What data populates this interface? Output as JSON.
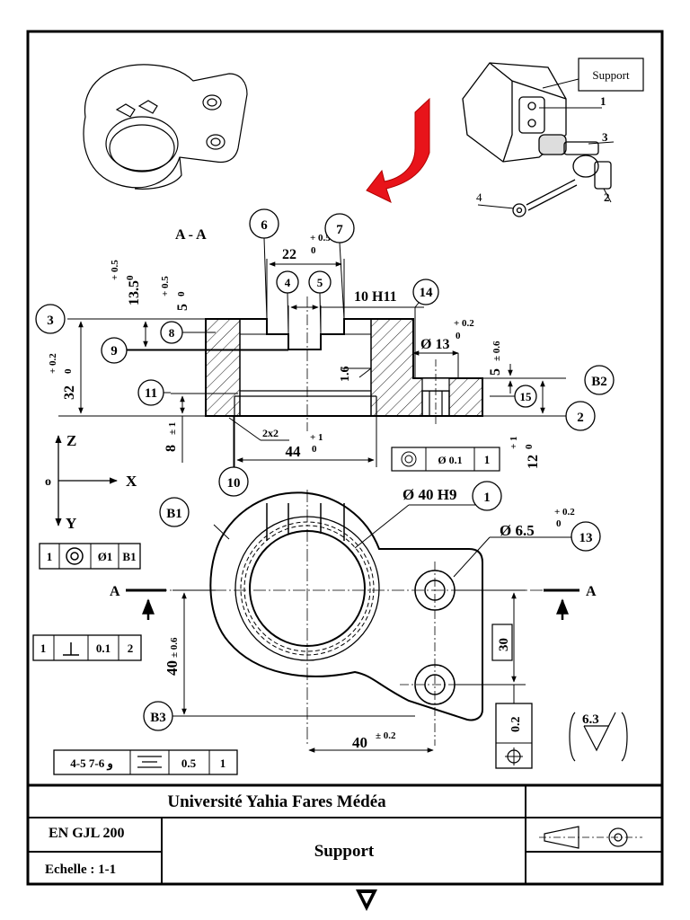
{
  "section_title": "A - A",
  "callouts": [
    "6",
    "7",
    "4",
    "5",
    "14",
    "3",
    "8",
    "9",
    "11",
    "10",
    "1",
    "13",
    "B1",
    "B2",
    "2",
    "15",
    "B3"
  ],
  "support_label": "Support",
  "assembly_parts": [
    "1",
    "2",
    "3",
    "4"
  ],
  "dims": {
    "d22": "22",
    "d22_tol": "+ 0.5",
    "d22_tol0": "0",
    "d13_5": "13.5",
    "d13_5_tol": "+ 0.5",
    "d13_5_tol0": "0",
    "d5": "5",
    "d5_tol": "+ 0.5",
    "d5_tol0": "0",
    "d32": "32",
    "d32_tol": "+ 0.2",
    "d32_tol0": "0",
    "d10h11": "10 H11",
    "d13": "Ø 13",
    "d13_tol": "+ 0.2",
    "d13_tol0": "0",
    "d5b": "5",
    "d5b_tol": "± 0.6",
    "d1_6": "1.6",
    "d8": "8",
    "d8_tol": "± 1",
    "d2x2": "2x2",
    "d44": "44",
    "d44_tol": "+ 1",
    "d44_tol0": "0",
    "d12": "12",
    "d12_tol": "+ 1",
    "d12_tol0": "0",
    "d40h9": "Ø 40 H9",
    "d6_5": "Ø 6.5",
    "d6_5_tol": "+ 0.2",
    "d6_5_tol0": "0",
    "d30": "30",
    "d40v": "40",
    "d40v_tol": "± 0.6",
    "d40h": "40",
    "d40h_tol": "± 0.2",
    "d0_2": "0.2",
    "roughness": "6.3",
    "section_mark": "A"
  },
  "axes": {
    "z": "Z",
    "x": "X",
    "y": "Y",
    "origin": "o"
  },
  "tolerance_frames": {
    "concentricity_top": {
      "value": "Ø 0.1",
      "datum": "1"
    },
    "concentricity_b1": {
      "ref": "1",
      "value": "Ø1",
      "datum": "B1"
    },
    "perpendicularity": {
      "ref": "1",
      "value": "0.1",
      "datum": "2"
    },
    "symmetry": {
      "ref": "4-5 و 6-7",
      "value": "0.5",
      "datum": "1"
    }
  },
  "title_block": {
    "university": "Université Yahia Fares Médéa",
    "code": "EN GJL 200",
    "scale": "Echelle :  1-1",
    "part_name": "Support"
  },
  "colors": {
    "arrow_red": "#e8141a",
    "ink": "#000000"
  }
}
